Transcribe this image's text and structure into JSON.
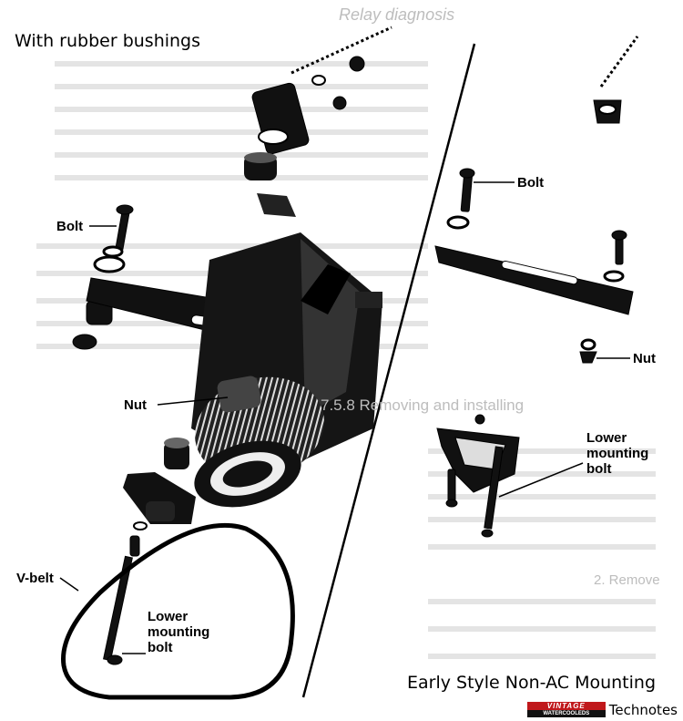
{
  "captions": {
    "top_left": "With rubber bushings",
    "bottom_right": "Early Style Non-AC Mounting"
  },
  "labels": {
    "bolt_left": "Bolt",
    "nut_left": "Nut",
    "v_belt": "V-belt",
    "lower_mounting_bolt_left": [
      "Lower",
      "mounting",
      "bolt"
    ],
    "bolt_right": "Bolt",
    "nut_right": "Nut",
    "lower_mounting_bolt_right": [
      "Lower",
      "mounting",
      "bolt"
    ]
  },
  "background_text": [
    "Relay diagnosis",
    "7.5.8 Removing and installing",
    "2. Remove"
  ],
  "branding": {
    "logo_top": "VINTAGE",
    "logo_bottom": "WATERCOOLEDS",
    "name": "Technotes",
    "colors": {
      "logo_red": "#c0181b",
      "logo_black": "#111111"
    }
  }
}
